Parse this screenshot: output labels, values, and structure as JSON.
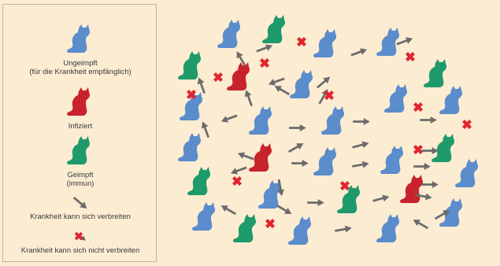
{
  "legend": {
    "unvaccinated": {
      "label_line1": "Ungeimpft",
      "label_line2": "(für die Krankheit empfänglich)"
    },
    "infected": {
      "label": "Infiziert"
    },
    "vaccinated": {
      "label_line1": "Geimpft",
      "label_line2": "(immun)"
    },
    "spread": {
      "label": "Krankheit kann sich verbreiten"
    },
    "no_spread": {
      "label": "Krankheit kann sich nicht verbreiten"
    }
  },
  "colors": {
    "background": "#fbecd2",
    "unvaccinated": "#5b8ccc",
    "infected": "#c8232d",
    "vaccinated": "#1f9a6a",
    "arrow": "#6b6b6b",
    "blocked": "#e1242d"
  },
  "icons": {
    "cat": "cat-icon",
    "spread": "arrow-icon",
    "no_spread": "blocked-arrow-icon"
  }
}
